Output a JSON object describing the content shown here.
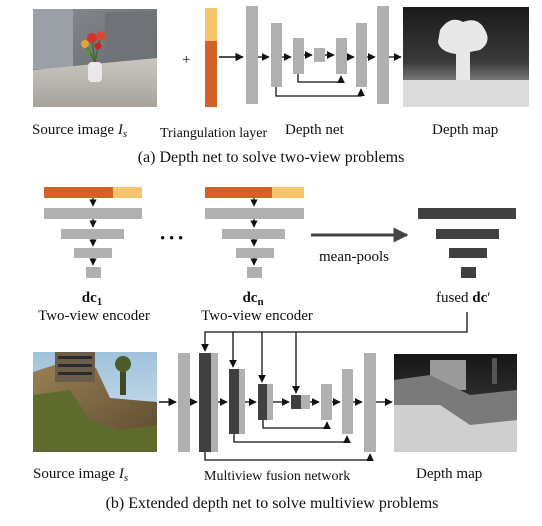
{
  "top": {
    "source_label": "Source image ",
    "source_var": "I",
    "source_sub": "s",
    "plus": "+",
    "triangulation_label": "Triangulation layer",
    "depthnet_label": "Depth net",
    "depthmap_label": "Depth map",
    "caption": "(a) Depth net to solve two-view problems"
  },
  "middle": {
    "dc1_base": "dc",
    "dc1_sub": "1",
    "encoder1_label": "Two-view encoder",
    "ellipsis": "•  •  •",
    "dcn_base": "dc",
    "dcn_sub": "n",
    "encoder2_label": "Two-view encoder",
    "meanpool_label": "mean-pools",
    "fused_prefix": "fused ",
    "fused_base": "dc",
    "fused_mark": "′"
  },
  "bottom": {
    "source_label": "Source image ",
    "source_var": "I",
    "source_sub": "s",
    "fusion_label": "Multiview fusion network",
    "depthmap_label": "Depth map",
    "caption": "(b) Extended depth net to solve multiview problems"
  },
  "colors": {
    "orange": "#d0622a",
    "yellow": "#f6c46a",
    "gray": "#b0b0b0",
    "dark": "#404040",
    "arrow": "#111111"
  }
}
